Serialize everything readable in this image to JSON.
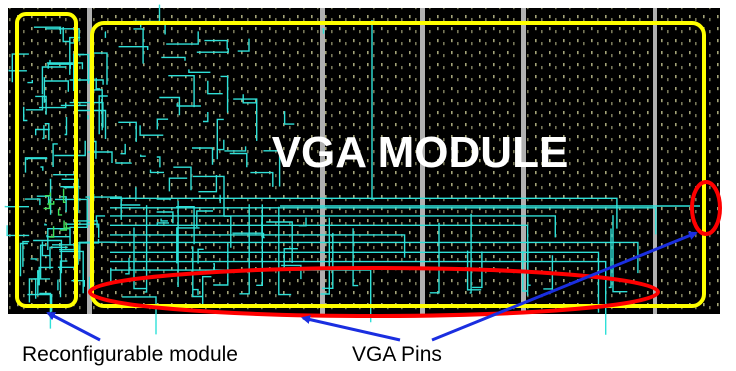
{
  "labels": {
    "module_title": "VGA MODULE",
    "reconfigurable_caption": "Reconfigurable module",
    "pins_caption": "VGA Pins"
  },
  "colors": {
    "background": "#000000",
    "routing": "#2fe0d8",
    "routing_green": "#3ee05a",
    "grid_dots": "#d9d9a0",
    "column_bars": "#b0b0b0",
    "highlight_box": "#ffff00",
    "pin_ellipse": "#ff0000",
    "arrow": "#1a2ee0",
    "title_text": "#ffffff"
  }
}
